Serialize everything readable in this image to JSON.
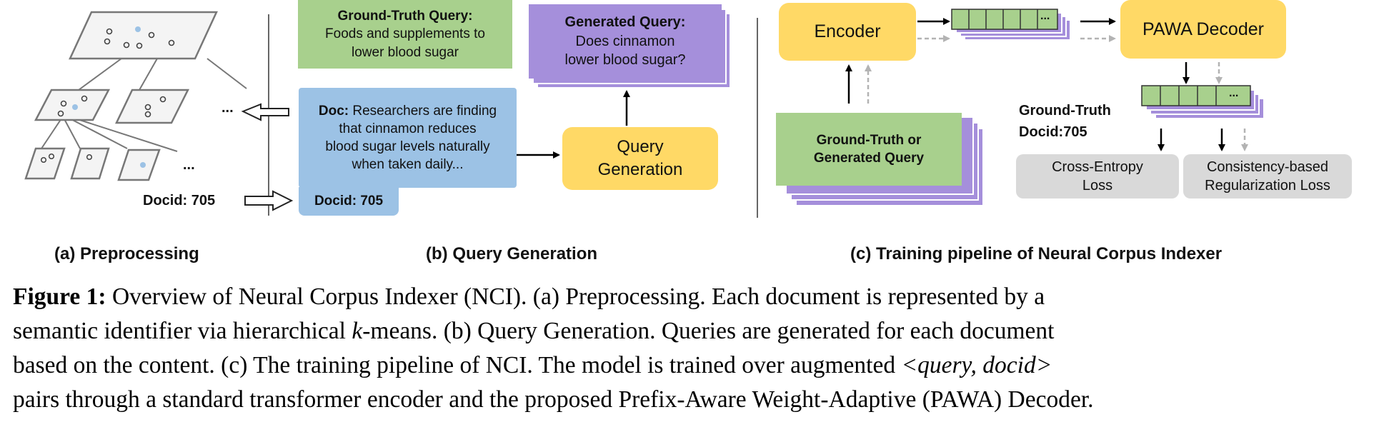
{
  "panel_a": {
    "dots": "...",
    "docid": "Docid: 705",
    "label": "(a) Preprocessing"
  },
  "panel_b": {
    "gt_query": {
      "title": "Ground-Truth Query:",
      "line1": "Foods and supplements to",
      "line2": "lower blood sugar"
    },
    "gen_query": {
      "title": "Generated Query:",
      "line1": "Does cinnamon",
      "line2": "lower blood sugar?"
    },
    "doc": {
      "prefix": "Doc:",
      "line1": "Researchers are finding",
      "line2": "that cinnamon reduces",
      "line3": "blood sugar levels naturally",
      "line4": "when taken daily..."
    },
    "doc_id_tab": "Docid: 705",
    "query_generation": {
      "line1": "Query",
      "line2": "Generation"
    },
    "label": "(b) Query Generation"
  },
  "panel_c": {
    "encoder": "Encoder",
    "decoder": "PAWA Decoder",
    "seq_dots": "...",
    "input": {
      "line1": "Ground-Truth or",
      "line2": "Generated Query"
    },
    "gt_docid": {
      "line1": "Ground-Truth",
      "line2": "Docid:705"
    },
    "ce_loss": {
      "line1": "Cross-Entropy",
      "line2": "Loss"
    },
    "reg_loss": {
      "line1": "Consistency-based",
      "line2": "Regularization Loss"
    },
    "label": "(c) Training pipeline of Neural Corpus Indexer"
  },
  "caption": {
    "fig_label": "Figure 1:",
    "line1_rest": " Overview of Neural Corpus Indexer (NCI). (a) Preprocessing. Each document is represented by a",
    "line2a": "semantic identifier via hierarchical ",
    "line2_k": "k",
    "line2b": "-means. (b) Query Generation. Queries are generated for each document",
    "line3a": "based on the content. (c) The training pipeline of NCI. The model is trained over augmented ",
    "line3_pair": "<query, docid>",
    "line4": "pairs through a standard transformer encoder and the proposed Prefix-Aware Weight-Adaptive (PAWA) Decoder."
  },
  "colors": {
    "green": "#a8d08d",
    "purple": "#a58fdb",
    "blue": "#9cc2e5",
    "yellow": "#ffd966",
    "grey": "#d9d9d9",
    "dot_blue": "#9cc2e5"
  },
  "icons": [
    "hollow-arrow-left-icon",
    "hollow-arrow-right-icon",
    "arrow-right-icon",
    "arrow-up-icon",
    "arrow-down-icon",
    "dashed-arrow-icon"
  ]
}
